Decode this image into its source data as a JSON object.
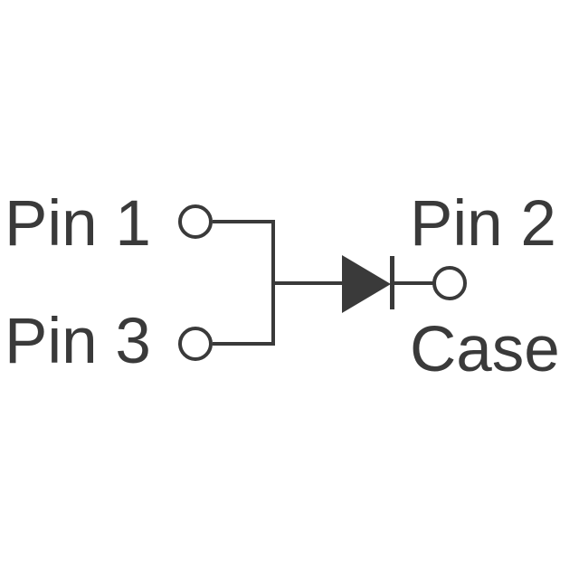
{
  "diagram": {
    "pin1_label": "Pin 1",
    "pin3_label": "Pin 3",
    "pin2_label": "Pin 2",
    "case_label": "Case",
    "stroke_color": "#3a3a3a",
    "background_color": "#ffffff"
  }
}
